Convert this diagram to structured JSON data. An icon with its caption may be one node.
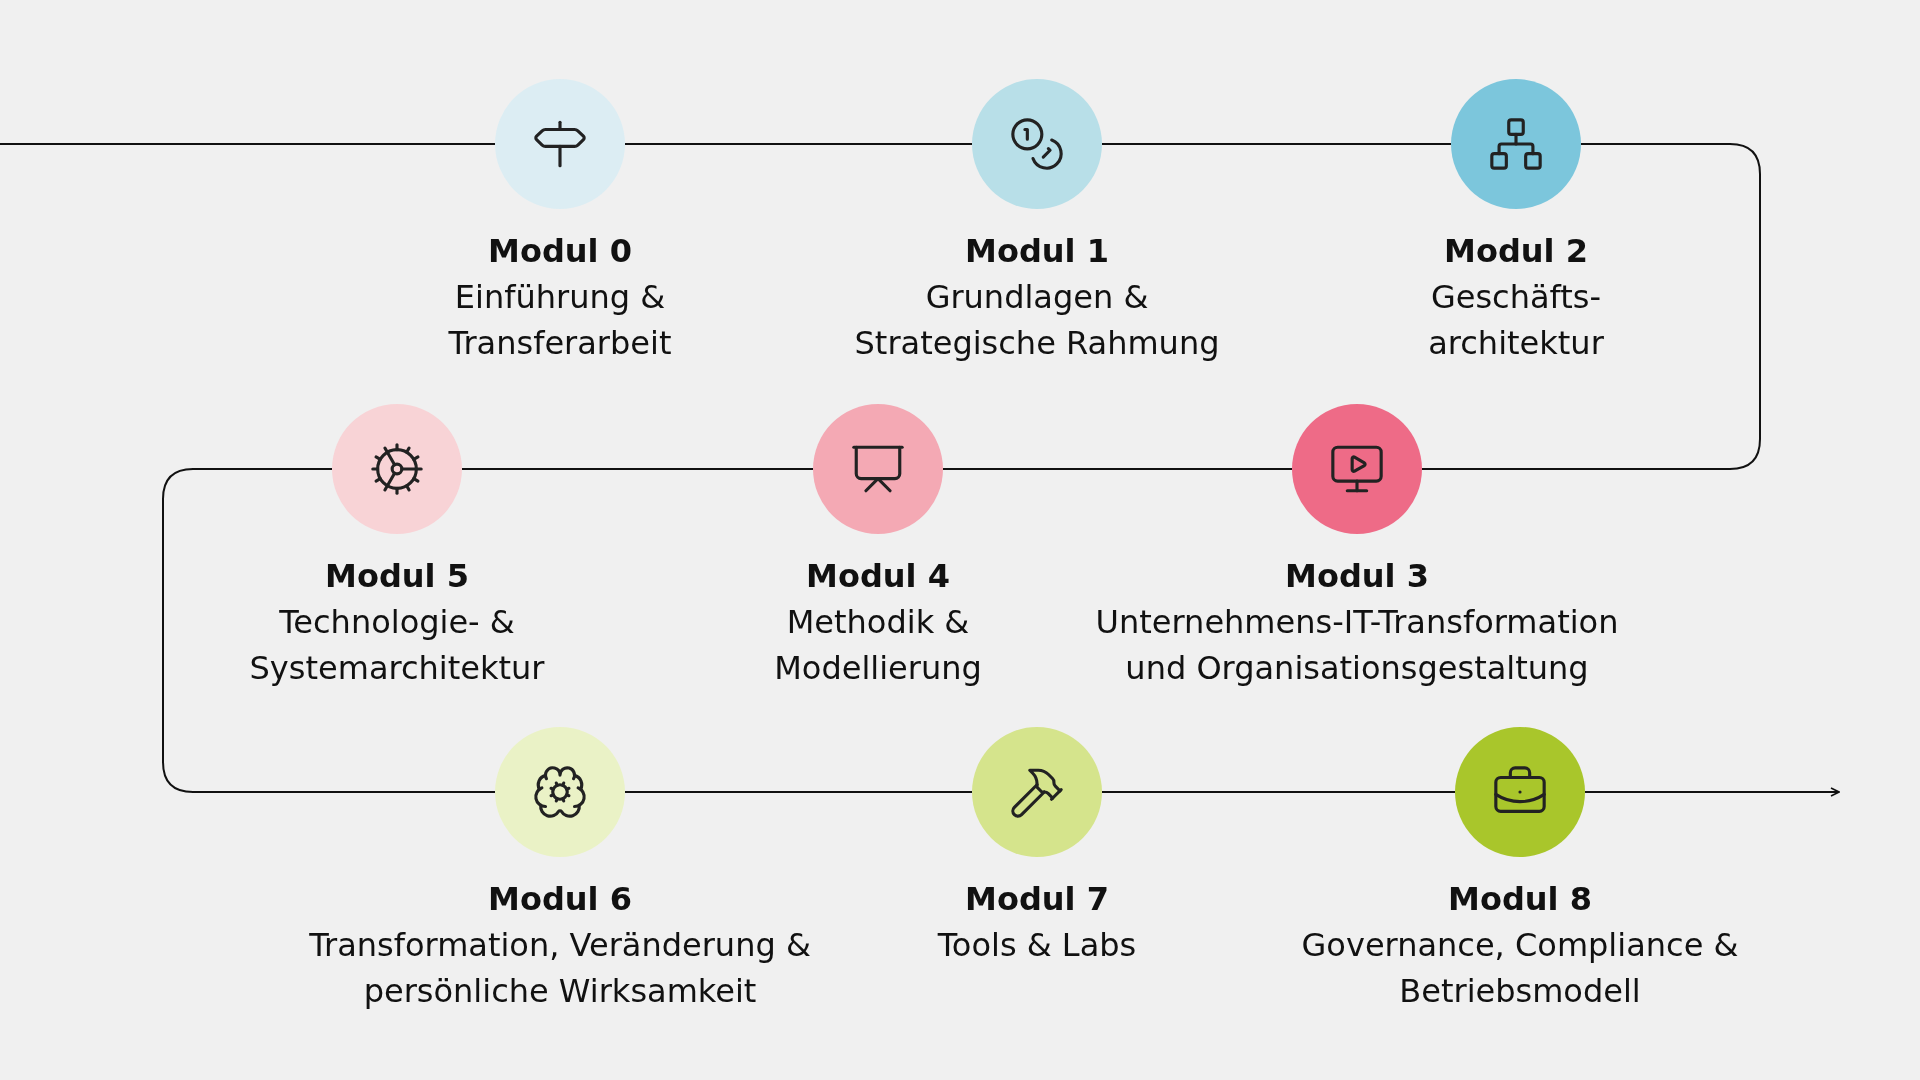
{
  "diagram": {
    "nodes": [
      {
        "text": [
          "Modul 0",
          "Einführung & Transferarbeit"
        ]
      },
      {
        "text": [
          "Modul 1",
          "Grundlagen & Strategische Rahmung"
        ]
      },
      {
        "text": [
          "Modul 2",
          "Geschäfts-architektur"
        ]
      },
      {
        "text": [
          "Modul 3",
          "Unternehmens-IT-Transformation und Organisationsgestaltung"
        ]
      },
      {
        "text": [
          "Modul 4",
          "Methodik & Modellierung"
        ]
      },
      {
        "text": [
          "Modul 5",
          "Technologie- & Systemarchitektur"
        ]
      },
      {
        "text": [
          "Modul 6",
          "Transformation, Veränderung & persönliche Wirksamkeit"
        ]
      },
      {
        "text": [
          "Modul 7",
          "Tools & Labs"
        ]
      },
      {
        "text": [
          "Modul 8",
          "Governance, Compliance & Betriebsmodell"
        ]
      }
    ],
    "edges": [
      {
        "from": null,
        "to": 0,
        "arrow": "none"
      },
      {
        "from": 0,
        "to": 1,
        "arrow": "none"
      },
      {
        "from": 1,
        "to": 2,
        "arrow": "none"
      },
      {
        "from": 2,
        "to": 3,
        "arrow": "none"
      },
      {
        "from": 3,
        "to": 4,
        "arrow": "none"
      },
      {
        "from": 4,
        "to": 5,
        "arrow": "none"
      },
      {
        "from": 5,
        "to": 6,
        "arrow": "none"
      },
      {
        "from": 6,
        "to": 7,
        "arrow": "none"
      },
      {
        "from": 7,
        "to": 8,
        "arrow": "none"
      },
      {
        "from": 8,
        "to": null,
        "arrow": "to"
      }
    ]
  }
}
